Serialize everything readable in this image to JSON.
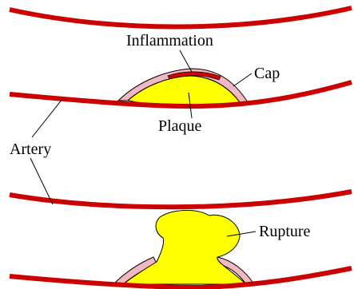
{
  "colors": {
    "artery": "#cc0000",
    "plaque": "#ffff00",
    "cap": "#f2b8c2",
    "inflammation": "#dd0000",
    "leader": "#000000"
  },
  "labels": {
    "inflammation": "Inflammation",
    "cap": "Cap",
    "plaque": "Plaque",
    "artery": "Artery",
    "rupture": "Rupture"
  }
}
